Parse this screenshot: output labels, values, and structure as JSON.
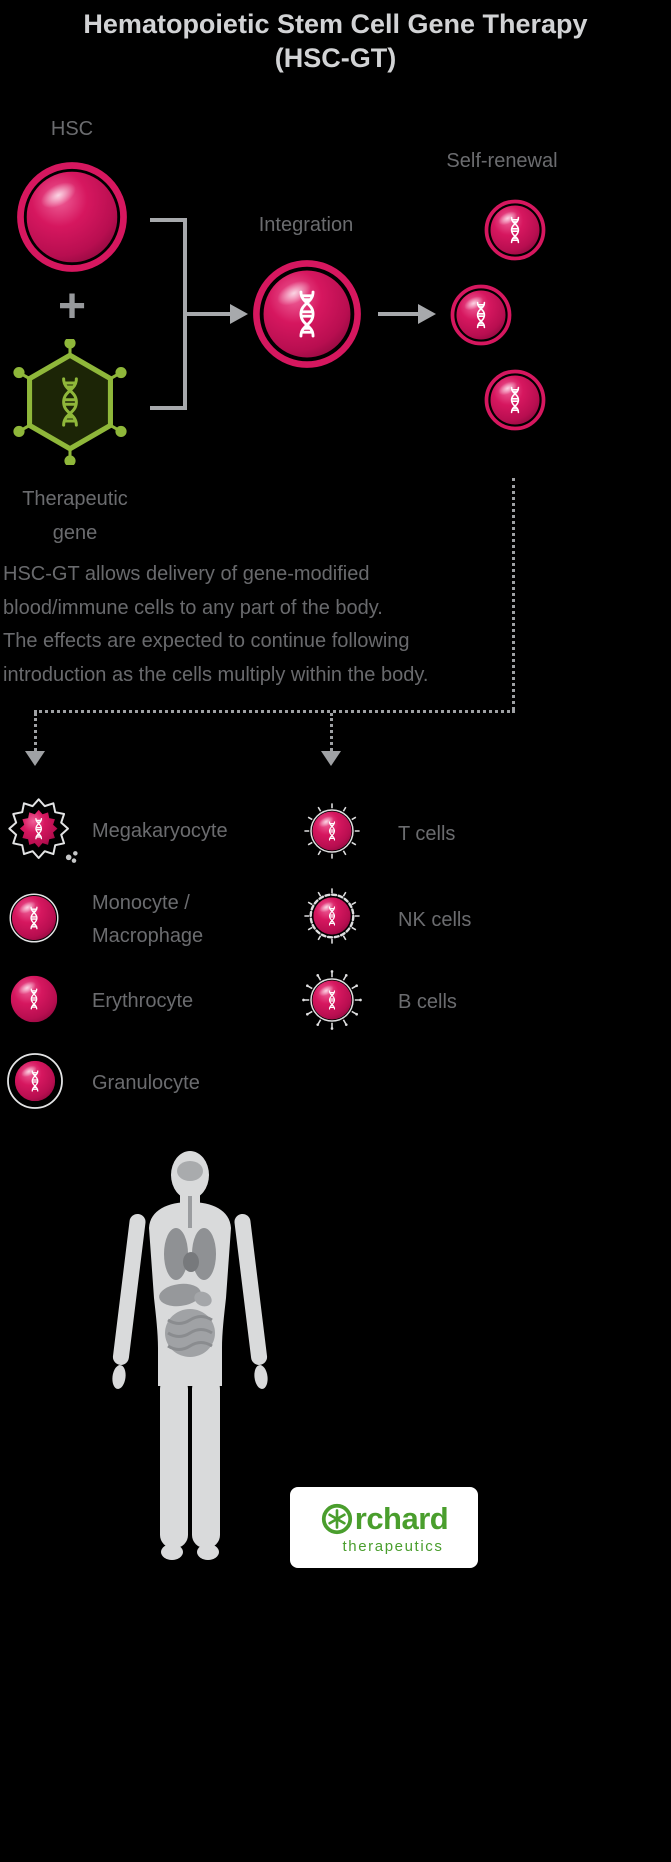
{
  "title": {
    "line1": "Hematopoietic Stem Cell Gene Therapy",
    "line2": "(HSC-GT)"
  },
  "diagram": {
    "hsc_label": "HSC",
    "plus_sign": "+",
    "therapeutic_gene_line1": "Therapeutic",
    "therapeutic_gene_line2": "gene",
    "integration_label": "Integration",
    "self_renewal_label": "Self-renewal"
  },
  "description": {
    "lines": [
      "HSC-GT allows delivery of gene-modified",
      "blood/immune cells to any part of the body.",
      "The effects are expected to continue following",
      "introduction as the cells multiply within the body."
    ]
  },
  "cell_types": {
    "left_column": [
      {
        "label": "Megakaryocyte"
      },
      {
        "label": "Monocyte /",
        "label_line2": "Macrophage"
      },
      {
        "label": "Erythrocyte"
      },
      {
        "label": "Granulocyte"
      }
    ],
    "right_column": [
      {
        "label": "T cells"
      },
      {
        "label": "NK cells"
      },
      {
        "label": "B cells"
      }
    ]
  },
  "logo": {
    "name": "Orchard",
    "name_after_icon": "rchard",
    "subtitle": "therapeutics"
  },
  "colors": {
    "background": "#000000",
    "cell_pink": "#d6175f",
    "cell_pink_dark": "#90093f",
    "virus_green": "#8fb73a",
    "title_text": "#d2d3d5",
    "label_text": "#6b6c6f",
    "connector_gray": "#9fa1a4",
    "logo_green": "#4a9e2d",
    "body_silhouette": "#d9dadb"
  }
}
